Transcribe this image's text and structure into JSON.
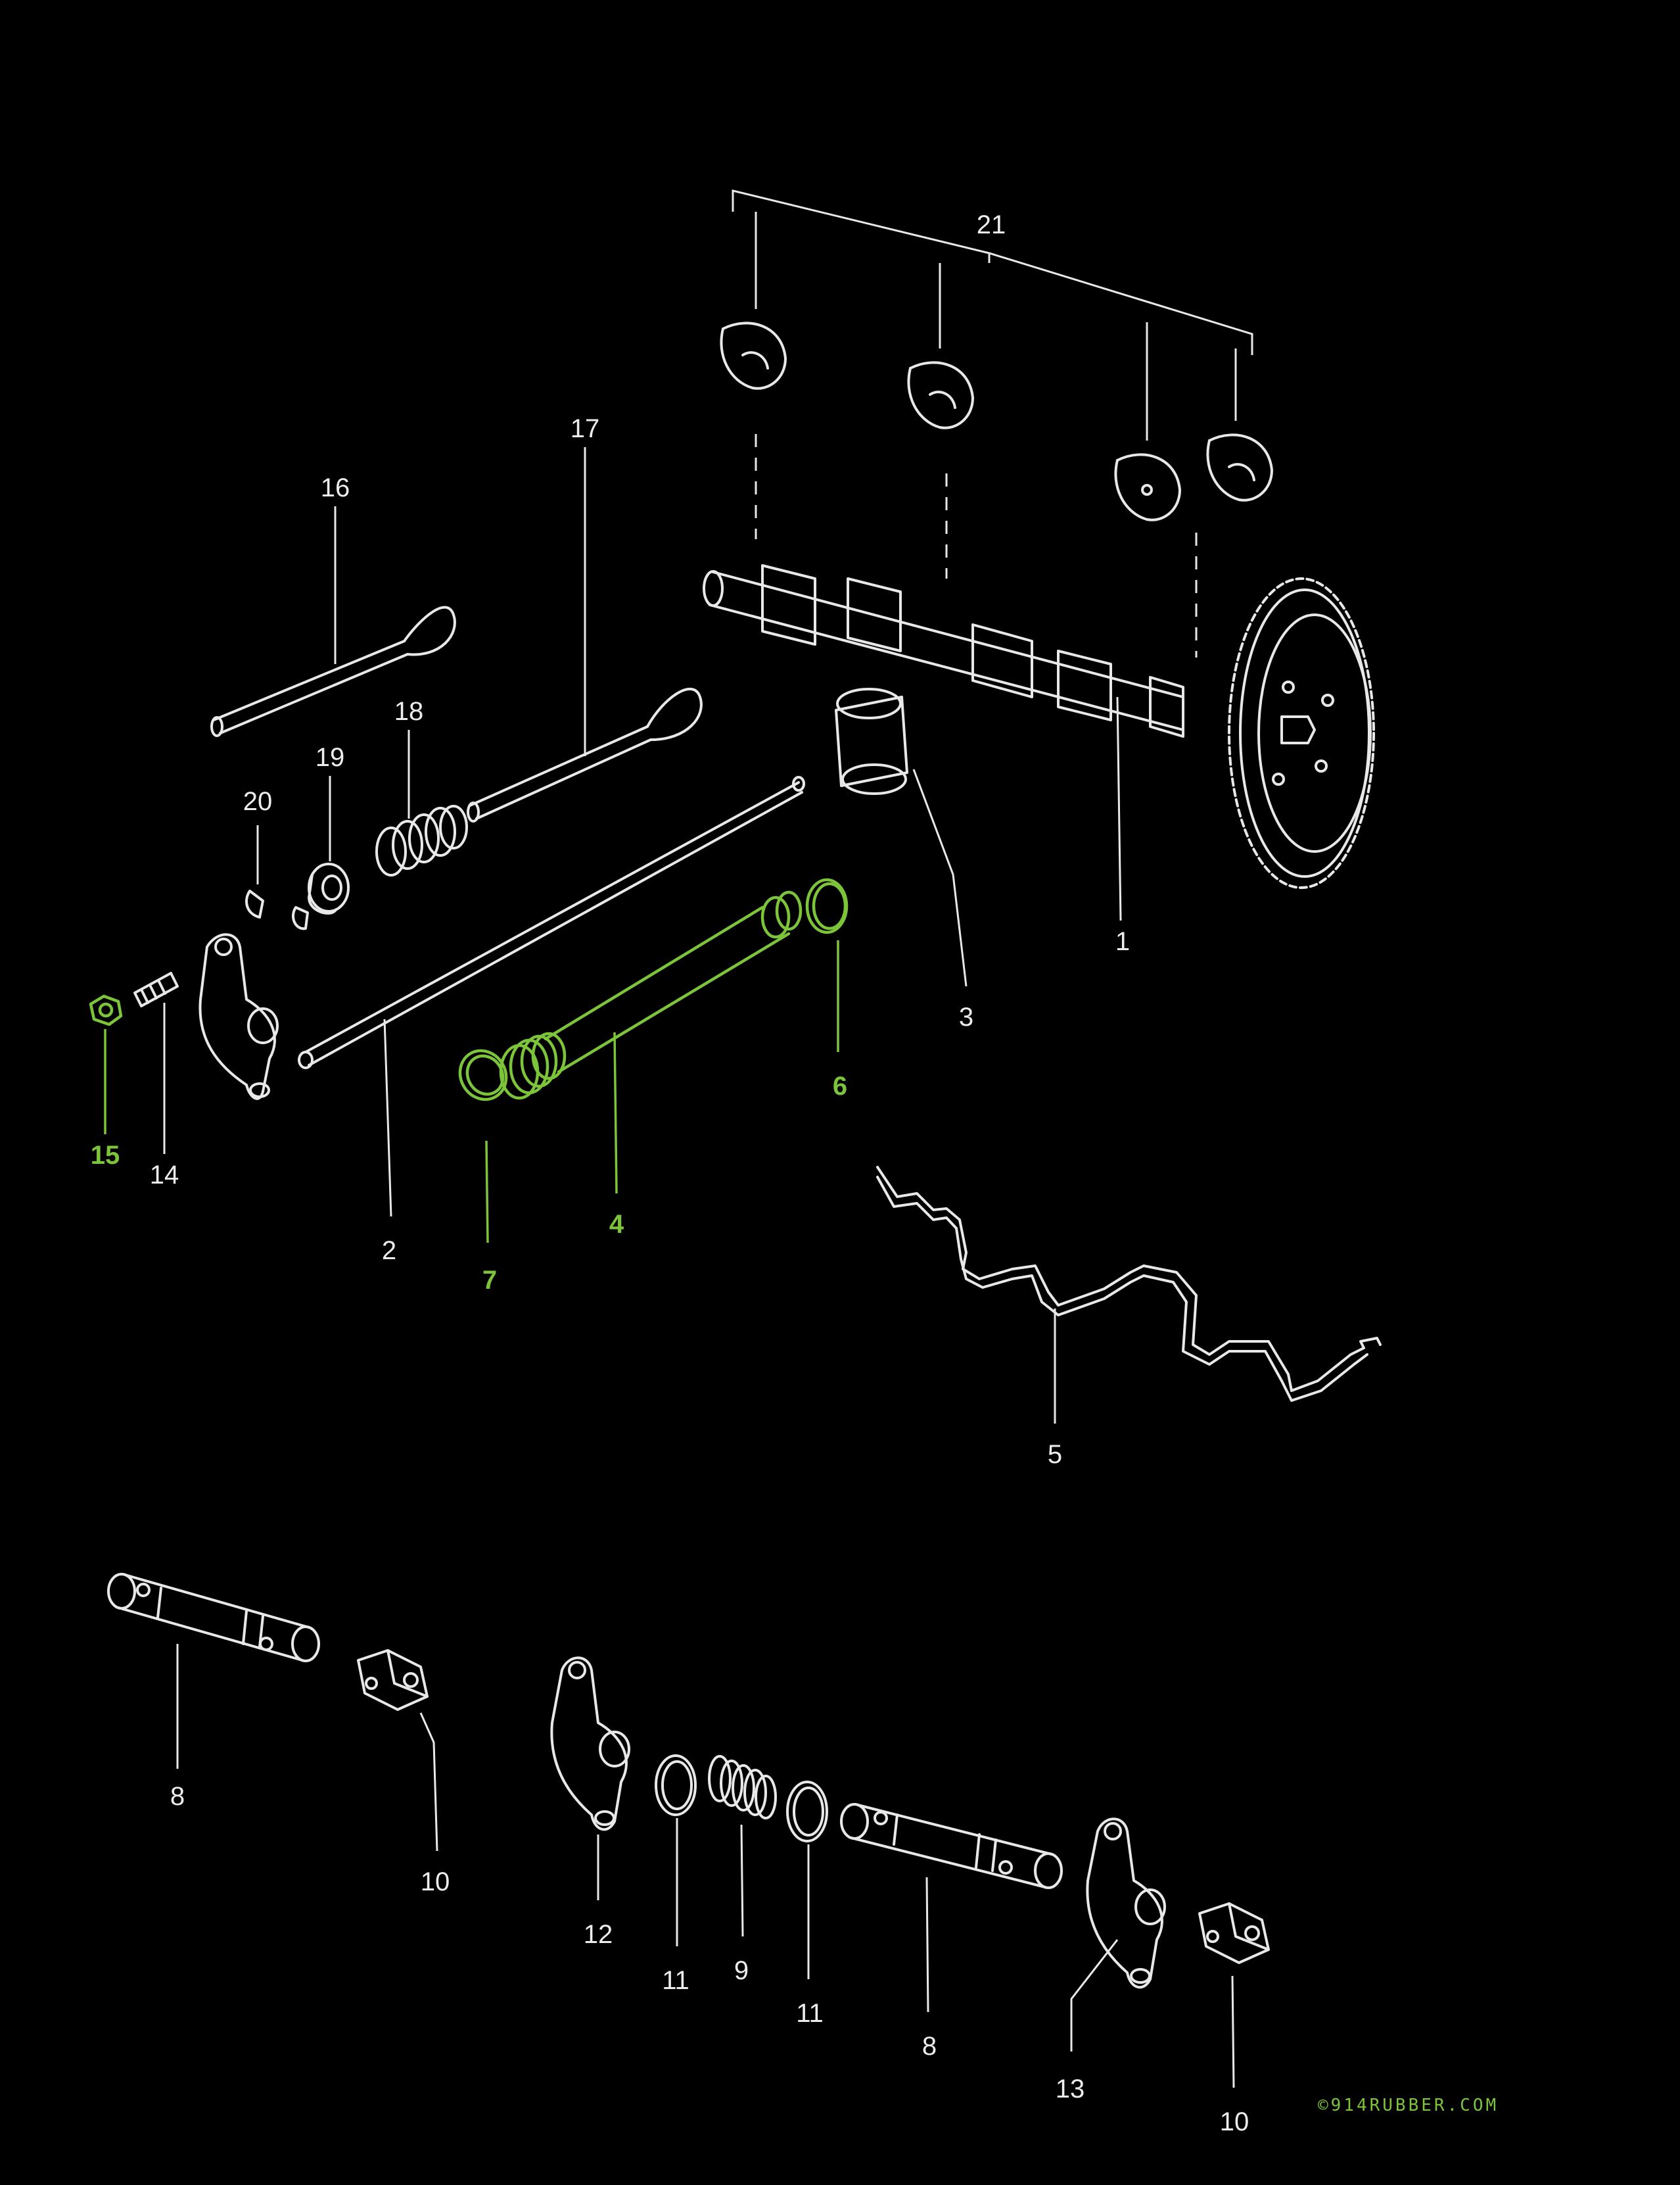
{
  "labels": {
    "p1": "1",
    "p2": "2",
    "p3": "3",
    "p4": "4",
    "p5": "5",
    "p6": "6",
    "p7": "7",
    "p8a": "8",
    "p8b": "8",
    "p9": "9",
    "p10a": "10",
    "p10b": "10",
    "p11a": "11",
    "p11b": "11",
    "p12": "12",
    "p13": "13",
    "p14": "14",
    "p15": "15",
    "p16": "16",
    "p17": "17",
    "p18": "18",
    "p19": "19",
    "p20": "20",
    "p21": "21"
  },
  "watermark": "©914RUBBER.COM",
  "colors": {
    "line": "#e8e8e8",
    "highlight": "#7cc43a",
    "background": "#000000"
  }
}
